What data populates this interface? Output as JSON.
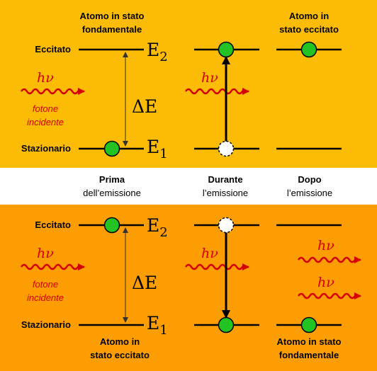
{
  "top_panel": {
    "background": "#FCBB04",
    "header_left": [
      "Atomo in stato",
      "fondamentale"
    ],
    "header_right": [
      "Atomo in",
      "stato eccitato"
    ],
    "level_excited": "Eccitato",
    "level_ground": "Stazionario",
    "energy_upper": {
      "base": "E",
      "sub": "2"
    },
    "energy_lower": {
      "base": "E",
      "sub": "1"
    },
    "delta": "ΔE",
    "photon_symbol": "hν",
    "photon_caption": [
      "fotone",
      "incidente"
    ]
  },
  "middle_band": {
    "background": "#FFFFFF",
    "labels": [
      {
        "bold": "Prima",
        "normal": "dell’emissione"
      },
      {
        "bold": "Durante",
        "normal": "l’emissione"
      },
      {
        "bold": "Dopo",
        "normal": "l’emissione"
      }
    ]
  },
  "bottom_panel": {
    "background": "#FC9D04",
    "level_excited": "Eccitato",
    "level_ground": "Stazionario",
    "energy_upper": {
      "base": "E",
      "sub": "2"
    },
    "energy_lower": {
      "base": "E",
      "sub": "1"
    },
    "delta": "ΔE",
    "photon_symbol": "hν",
    "photon_caption": [
      "fotone",
      "incidente"
    ],
    "emitted_photons": [
      "hν",
      "hν"
    ],
    "footer_left": [
      "Atomo in",
      "stato eccitato"
    ],
    "footer_right": [
      "Atomo in stato",
      "fondamentale"
    ]
  },
  "colors": {
    "electron": "#22C322",
    "photon_wave": "#D40000",
    "line": "#000000"
  }
}
